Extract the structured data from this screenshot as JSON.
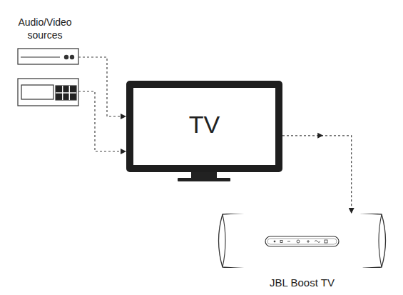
{
  "diagram": {
    "nodes": [
      {
        "text": [
          "TV"
        ]
      },
      {
        "text": [
          "JBL Boost TV"
        ]
      }
    ],
    "edges": [
      {
        "from": 0,
        "to": 1,
        "arrow": "to"
      }
    ],
    "labels": [
      "Audio/Video sources"
    ]
  }
}
